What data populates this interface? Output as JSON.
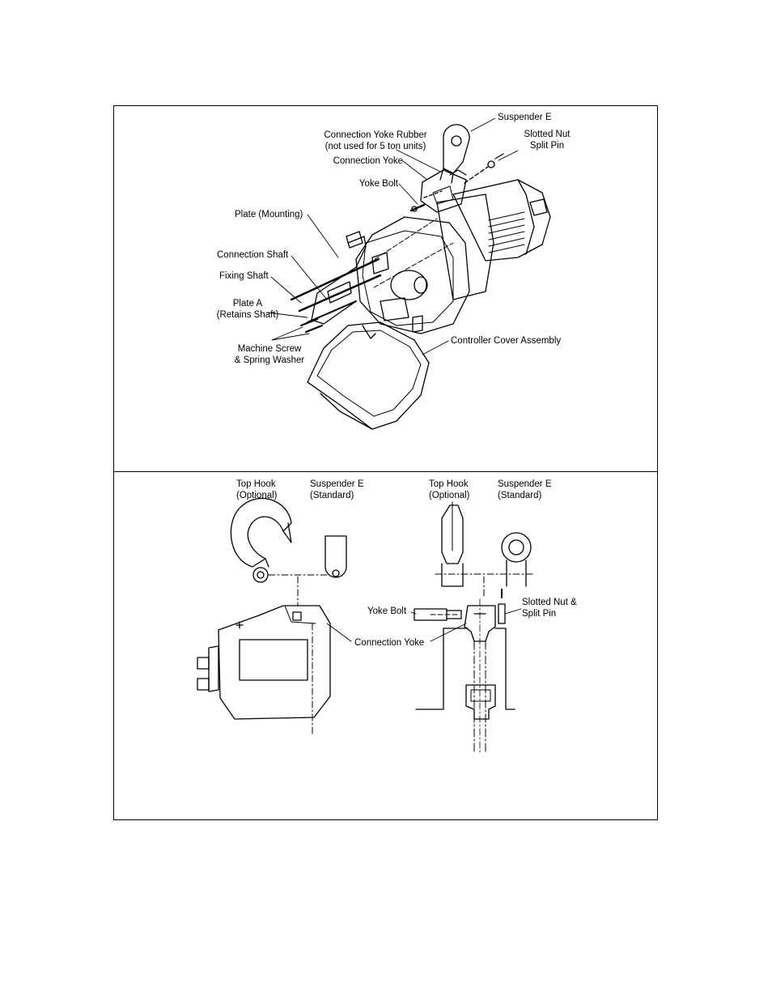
{
  "top_panel": {
    "labels": {
      "suspender_e": "Suspender  E",
      "yoke_rubber_1": "Connection Yoke Rubber",
      "yoke_rubber_2": "(not used for 5 ton units)",
      "slotted_nut": "Slotted Nut",
      "split_pin": "Split Pin",
      "connection_yoke": "Connection Yoke",
      "yoke_bolt": "Yoke Bolt",
      "plate_mounting": "Plate (Mounting)",
      "connection_shaft": "Connection Shaft",
      "fixing_shaft": "Fixing Shaft",
      "plate_a_1": "Plate A",
      "plate_a_2": "(Retains Shaft)",
      "machine_screw_1": "Machine Screw",
      "machine_screw_2": "& Spring Washer",
      "controller_cover": "Controller Cover Assembly"
    }
  },
  "bottom_panel": {
    "left_view": {
      "top_hook_1": "Top Hook",
      "top_hook_2": "(Optional)",
      "suspender_1": "Suspender E",
      "suspender_2": "(Standard)",
      "connection_yoke": "Connection Yoke"
    },
    "right_view": {
      "top_hook_1": "Top Hook",
      "top_hook_2": "(Optional)",
      "suspender_1": "Suspender E",
      "suspender_2": "(Standard)",
      "yoke_bolt": "Yoke Bolt",
      "slotted_nut_1": "Slotted Nut &",
      "slotted_nut_2": "Split Pin"
    }
  }
}
